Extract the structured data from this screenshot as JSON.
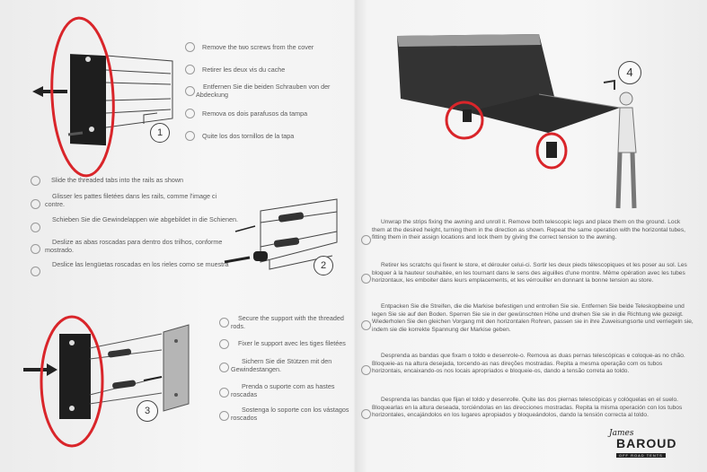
{
  "steps": [
    {
      "number": "1",
      "texts": [
        "Remove the two screws from the cover",
        "Retirer les deux vis du cache",
        "Entfernen Sie die beiden Schrauben von der Abdeckung",
        "Remova os dois parafusos da tampa",
        "Quite los dos tornillos de la tapa"
      ]
    },
    {
      "number": "2",
      "texts": [
        "Slide the threaded tabs into the rails as shown",
        "Glisser les pattes filetées dans les rails, comme l'image ci contre.",
        "Schieben Sie die Gewindelappen wie abgebildet in die Schienen.",
        "Deslize as abas roscadas para dentro dos trilhos, conforme mostrado.",
        "Deslice las lengüetas roscadas en los rieles como se muestra"
      ]
    },
    {
      "number": "3",
      "texts": [
        "Secure the support with the threaded rods.",
        "Fixer le support avec les tiges filetées",
        "Sichern Sie die Stützen mit den Gewindestangen.",
        "Prenda o suporte com as hastes roscadas",
        "Sostenga lo soporte con los vástagos roscados"
      ]
    },
    {
      "number": "4",
      "texts": [
        "Unwrap the strips fixing the awning and unroll it. Remove both telescopic legs and place them on the ground. Lock them at the desired height, turning them in the direction as shown. Repeat the same operation with the horizontal tubes, fitting them in their assign locations and lock them by giving the correct tension to the awning.",
        "Retirer les scratchs qui fixent le store, et dérouler celui-ci. Sortir les deux pieds télescopiques et les poser au sol. Les bloquer à la hauteur souhaitée, en les tournant dans le sens des aiguilles d'une montre. Même opération avec les tubes horizontaux, les emboiter dans leurs emplacements, et les vérrouiller en donnant la bonne tension au store.",
        "Entpacken Sie die Streifen, die die Markise befestigen und entrollen Sie sie. Entfernen Sie beide Teleskopbeine und legen Sie sie auf den Boden. Sperren Sie sie in der gewünschten Höhe und drehen Sie sie in die Richtung wie gezeigt. Wiederholen Sie den gleichen Vorgang mit den horizontalen Rohren, passen sie in ihre Zuweisungsorte und verriegeln sie, indem sie die korrekte Spannung der Markise geben.",
        "Desprenda as bandas que fixam o toldo e desenrole-o. Remova as duas pernas telescópicas e coloque-as no chão. Bloqueie-as na altura desejada, torcendo-as nas direções mostradas. Repita a mesma operação com os tubos horizontais, encaixando-os nos locais apropriados e bloqueie-os, dando a tensão correta ao toldo.",
        "Desprenda las bandas que fijan el toldo y desenrolle. Quite las dos piernas telescópicas y colóquelas en el suelo. Bloquearlas en la altura deseada, torciéndolas en las direcciones mostradas. Repita la misma operación con los tubos horizontales, encajándolos en los lugares apropiados y bloqueándolos, dando la tensión correcta al toldo."
      ]
    }
  ],
  "logo": {
    "script": "James",
    "brand": "BAROUD",
    "tagline": "OFF ROAD TENTS"
  },
  "colors": {
    "annotation": "#d9252a",
    "ink": "#222222"
  }
}
